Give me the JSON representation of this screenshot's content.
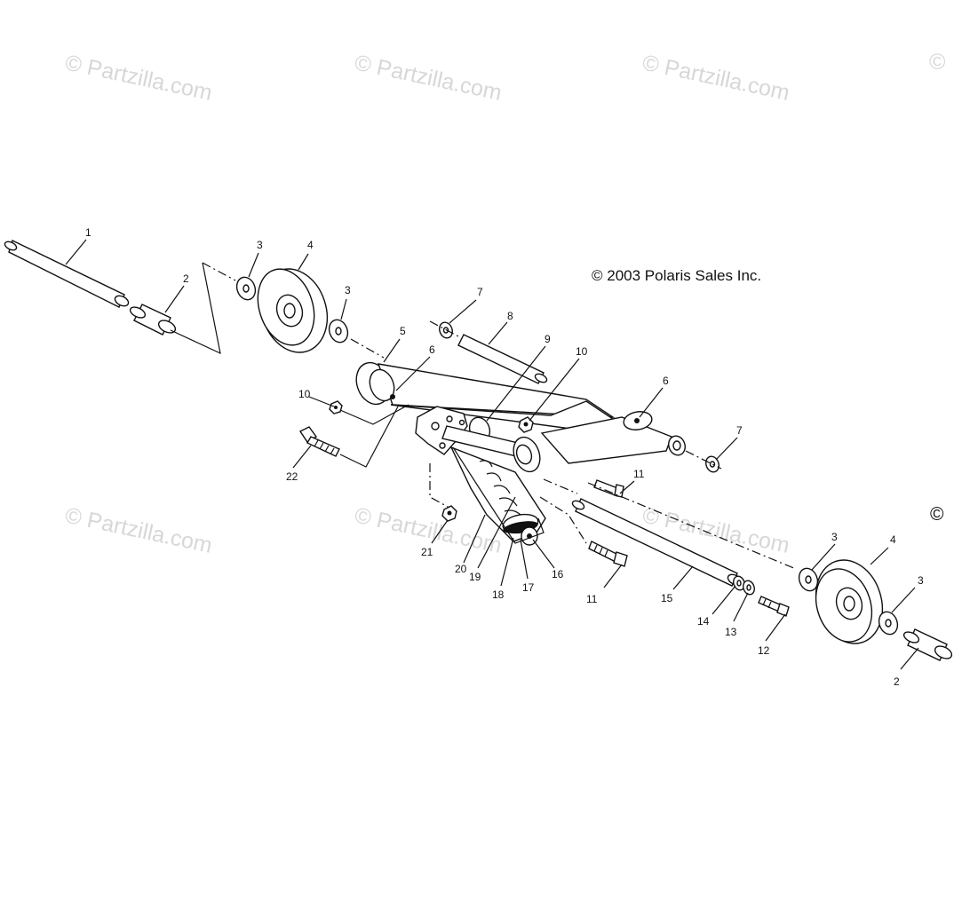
{
  "watermarks": [
    "© Partzilla.com",
    "© Partzilla.com",
    "© Partzilla.com",
    "©",
    "© Partzilla.com",
    "© Partzilla.com",
    "© Partzilla.com"
  ],
  "copyright": "© 2003 Polaris Sales Inc.",
  "corner_mark": "©",
  "callouts": [
    "1",
    "2",
    "3",
    "4",
    "3",
    "7",
    "8",
    "5",
    "6",
    "9",
    "10",
    "6",
    "10",
    "7",
    "22",
    "11",
    "21",
    "20",
    "19",
    "18",
    "17",
    "16",
    "11",
    "15",
    "3",
    "4",
    "3",
    "14",
    "13",
    "12",
    "2"
  ]
}
